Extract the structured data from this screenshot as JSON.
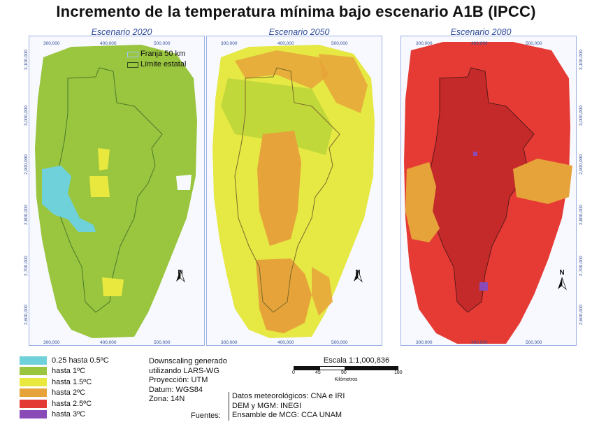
{
  "title": "Incremento de la temperatura mínima bajo escenario A1B (IPCC)",
  "panels": [
    {
      "subtitle": "Escenario 2020",
      "main_color": "#9ac53e",
      "sea_color": "#8bbd3f"
    },
    {
      "subtitle": "Escenario 2050",
      "main_color": "#e6e844",
      "sea_color": "#eaea4a"
    },
    {
      "subtitle": "Escenario 2080",
      "main_color": "#e63b35",
      "sea_color": "#e5413a"
    }
  ],
  "axis_ticks": {
    "x": [
      "300,000",
      "400,000",
      "500,000"
    ],
    "y": [
      "3,100,000",
      "3,000,000",
      "2,900,000",
      "2,800,000",
      "2,700,000",
      "2,600,000"
    ]
  },
  "inset_legend": {
    "buffer": "Franja 50 km",
    "boundary": "Límite estatal"
  },
  "north_label": "N",
  "legend": [
    {
      "label": "0.25 hasta  0.5ºC",
      "color": "#6fd1d9"
    },
    {
      "label": "hasta 1ºC",
      "color": "#9ac53e"
    },
    {
      "label": "hasta 1.5ºC",
      "color": "#e8e83e"
    },
    {
      "label": "hasta 2ºC",
      "color": "#e6a33a"
    },
    {
      "label": "hasta 2.5ºC",
      "color": "#e43a35"
    },
    {
      "label": "hasta 3ºC",
      "color": "#8a4bb8"
    }
  ],
  "metadata": {
    "line1": "Downscaling generado",
    "line2": "utilizando LARS-WG",
    "line3": "Proyección: UTM",
    "line4": "Datum: WGS84",
    "line5": "Zona: 14N"
  },
  "scale": {
    "title": "Escala  1:1,000,836",
    "ticks": [
      "0",
      "45",
      "90",
      "180"
    ],
    "unit": "Kilómetros"
  },
  "sources": {
    "label": "Fuentes:",
    "items": [
      "Datos meteorológicos: CNA e IRI",
      "DEM y MGM: INEGI",
      "Ensamble de MCG: CCA UNAM"
    ]
  }
}
